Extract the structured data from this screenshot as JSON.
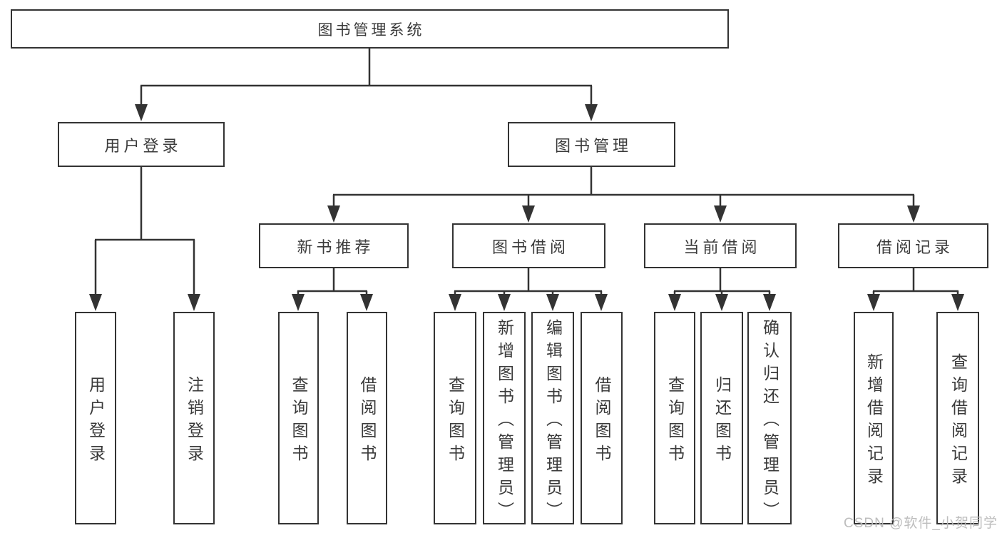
{
  "diagram": {
    "root": {
      "label": "图书管理系统"
    },
    "branches": [
      {
        "label": "用户登录",
        "children": [
          {
            "label": "用户登录"
          },
          {
            "label": "注销登录"
          }
        ]
      },
      {
        "label": "图书管理",
        "children": [
          {
            "label": "新书推荐",
            "children": [
              {
                "label": "查询图书"
              },
              {
                "label": "借阅图书"
              }
            ]
          },
          {
            "label": "图书借阅",
            "children": [
              {
                "label": "查询图书"
              },
              {
                "label": "新增图书（管理员）"
              },
              {
                "label": "编辑图书（管理员）"
              },
              {
                "label": "借阅图书"
              }
            ]
          },
          {
            "label": "当前借阅",
            "children": [
              {
                "label": "查询图书"
              },
              {
                "label": "归还图书"
              },
              {
                "label": "确认归还（管理员）"
              }
            ]
          },
          {
            "label": "借阅记录",
            "children": [
              {
                "label": "新增借阅记录"
              },
              {
                "label": "查询借阅记录"
              }
            ]
          }
        ]
      }
    ],
    "watermark": "CSDN @软件_小贺同学",
    "line_color": "#333333"
  }
}
